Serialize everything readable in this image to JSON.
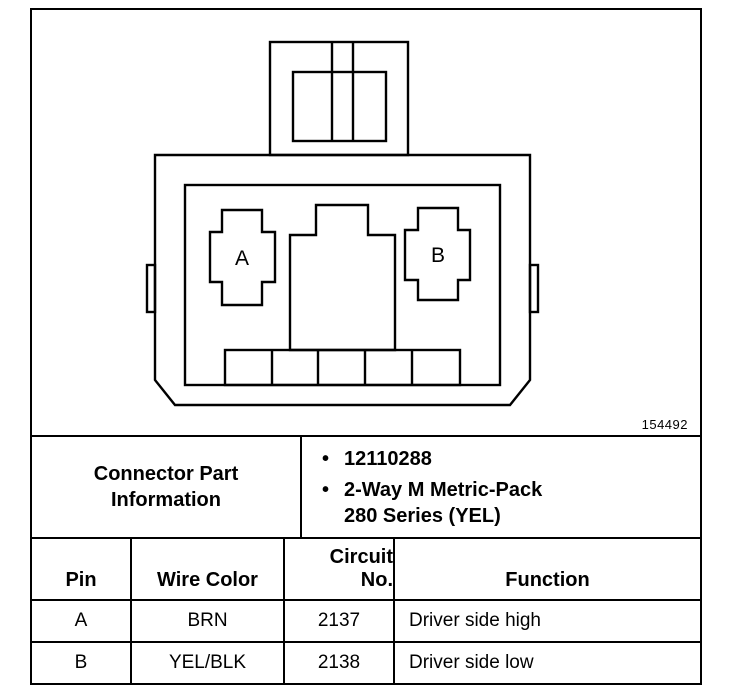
{
  "figure": {
    "number": "154492",
    "pins": [
      {
        "label": "A"
      },
      {
        "label": "B"
      }
    ]
  },
  "bullet_char": "•",
  "part_info": {
    "title": "Connector Part Information",
    "bullets": [
      "12110288",
      "2-Way M Metric-Pack 280 Series (YEL)"
    ]
  },
  "table": {
    "headers": {
      "pin": "Pin",
      "wire_color": "Wire Color",
      "circuit": [
        "Circuit",
        "No."
      ],
      "function": "Function"
    },
    "rows": [
      {
        "pin": "A",
        "wire_color": "BRN",
        "circuit": "2137",
        "function": "Driver side high"
      },
      {
        "pin": "B",
        "wire_color": "YEL/BLK",
        "circuit": "2138",
        "function": "Driver side low"
      }
    ]
  }
}
